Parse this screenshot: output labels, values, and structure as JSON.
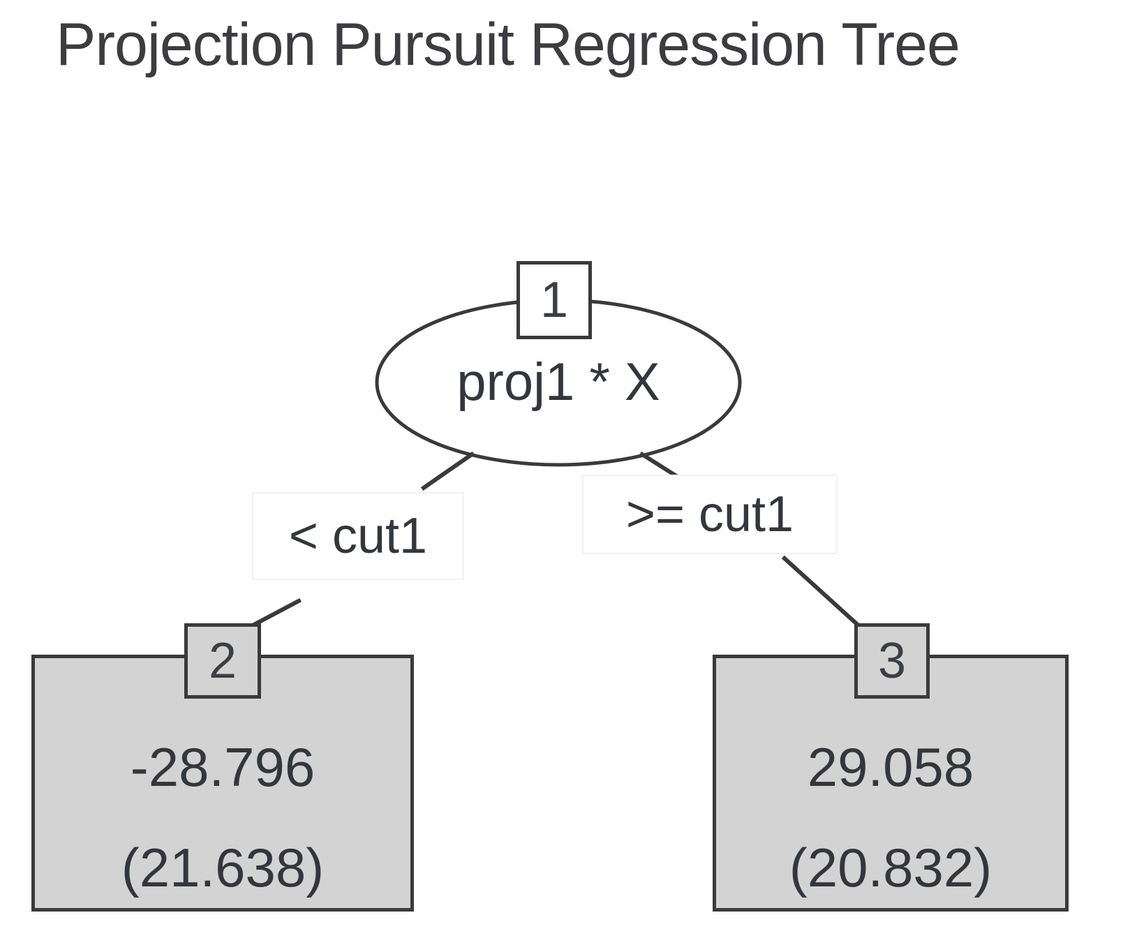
{
  "title": "Projection Pursuit Regression Tree",
  "chart_data": {
    "type": "diagram",
    "title": "Projection Pursuit Regression Tree",
    "nodes": [
      {
        "id": "1",
        "shape": "ellipse",
        "label": "proj1 * X",
        "role": "root-split"
      },
      {
        "id": "2",
        "shape": "rectangle",
        "label": "-28.796",
        "secondary": "(21.638)",
        "role": "leaf"
      },
      {
        "id": "3",
        "shape": "rectangle",
        "label": "29.058",
        "secondary": "(20.832)",
        "role": "leaf"
      }
    ],
    "edges": [
      {
        "from": "1",
        "to": "2",
        "label": "< cut1"
      },
      {
        "from": "1",
        "to": "3",
        "label": ">= cut1"
      }
    ]
  },
  "root": {
    "index": "1",
    "expression": "proj1 * X"
  },
  "edges": {
    "left_label": "< cut1",
    "right_label": ">= cut1"
  },
  "leaves": {
    "left": {
      "index": "2",
      "value": "-28.796",
      "deviation": "(21.638)"
    },
    "right": {
      "index": "3",
      "value": "29.058",
      "deviation": "(20.832)"
    }
  },
  "colors": {
    "background": "#ffffff",
    "node_stroke": "#3a3a3a",
    "leaf_fill": "#d3d3d3",
    "text": "#33373d",
    "label_border": "#f0f0f0"
  }
}
